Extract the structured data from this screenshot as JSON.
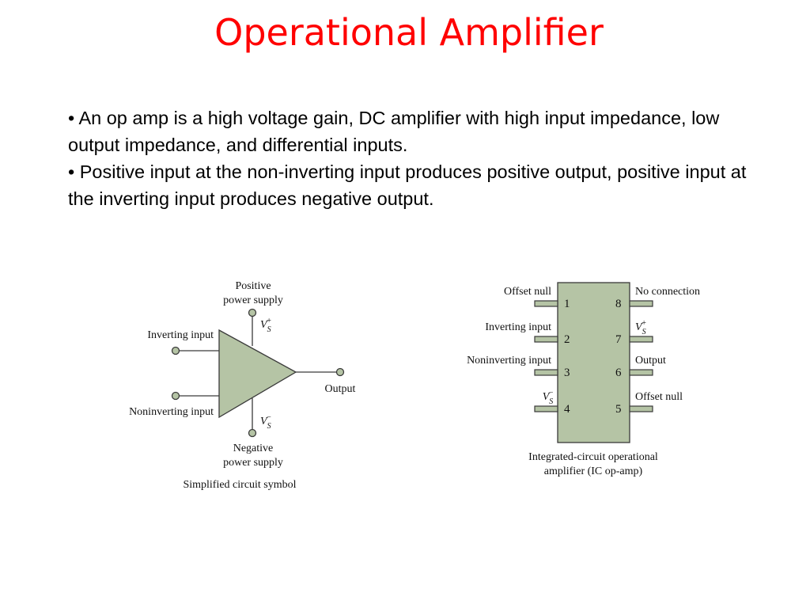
{
  "slide": {
    "title": "Operational Amplifier",
    "bullets": [
      "• An op amp is a high voltage gain, DC amplifier with high input impedance, low output impedance, and differential inputs.",
      "• Positive input at the non-inverting input produces positive output, positive input at the inverting input produces negative output."
    ]
  },
  "symbol_diagram": {
    "positive_supply": [
      "Positive",
      "power supply"
    ],
    "negative_supply": [
      "Negative",
      "power supply"
    ],
    "inverting_input": "Inverting input",
    "noninverting_input": "Noninverting input",
    "output": "Output",
    "vs": "V",
    "vs_sub": "S",
    "vs_plus": "+",
    "vs_minus": "−",
    "caption": "Simplified circuit symbol"
  },
  "ic_diagram": {
    "pins_left": [
      {
        "num": "1",
        "label": "Offset null"
      },
      {
        "num": "2",
        "label": "Inverting input"
      },
      {
        "num": "3",
        "label": "Noninverting input"
      },
      {
        "num": "4",
        "label": "V",
        "sub": "S",
        "sup": "−"
      }
    ],
    "pins_right": [
      {
        "num": "8",
        "label": "No connection"
      },
      {
        "num": "7",
        "label": "V",
        "sub": "S",
        "sup": "+"
      },
      {
        "num": "6",
        "label": "Output"
      },
      {
        "num": "5",
        "label": "Offset null"
      }
    ],
    "caption": [
      "Integrated-circuit operational",
      "amplifier (IC op-amp)"
    ]
  },
  "colors": {
    "title": "#ff0000",
    "body_fill": "#b5c4a5",
    "outline": "#3a3a3a"
  }
}
